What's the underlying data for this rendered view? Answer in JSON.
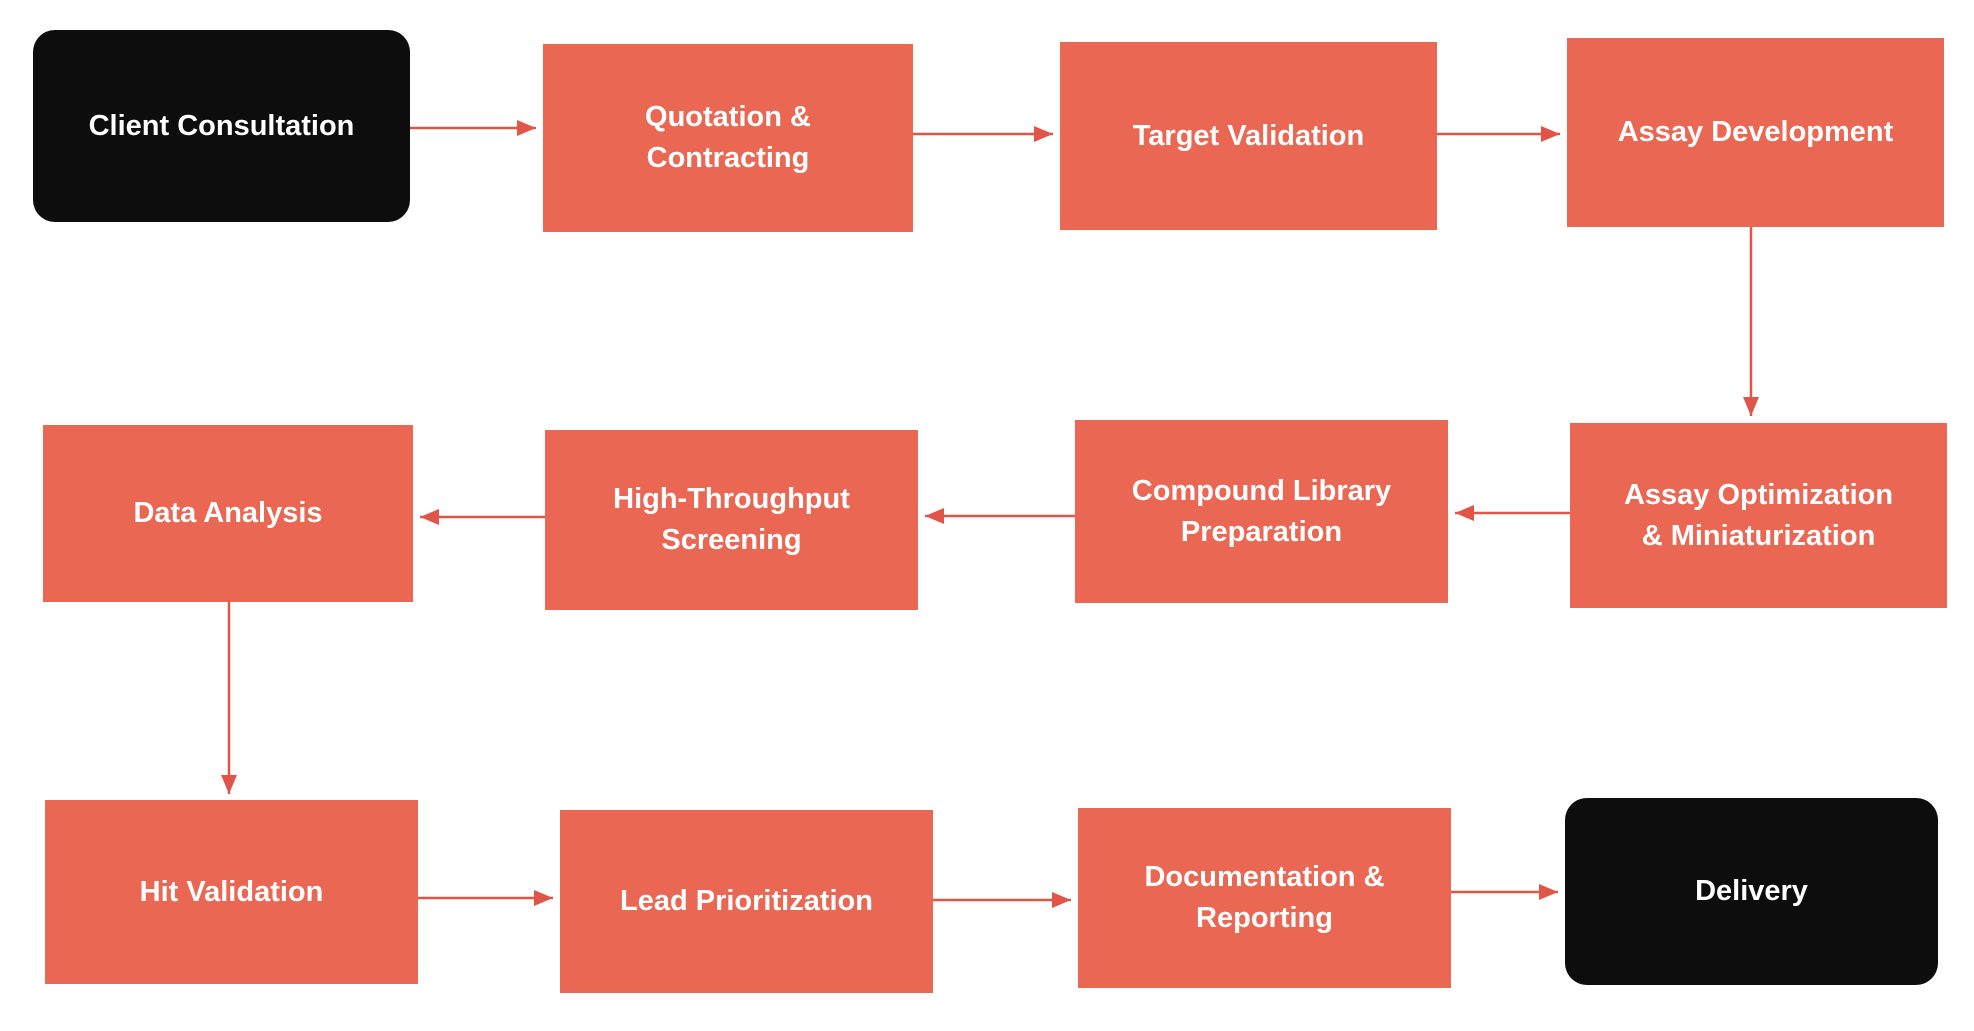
{
  "diagram": {
    "type": "flowchart",
    "background": "#FFFFFF",
    "colors": {
      "process_fill": "#EA6753",
      "terminal_fill": "#0D0D0D",
      "arrow": "#E15549",
      "text": "#FFFFFF"
    },
    "nodes": [
      {
        "id": "client-consultation",
        "label": "Client Consultation",
        "shape": "terminal"
      },
      {
        "id": "quotation-contracting",
        "label": "Quotation & Contracting",
        "shape": "process"
      },
      {
        "id": "target-validation",
        "label": "Target Validation",
        "shape": "process"
      },
      {
        "id": "assay-development",
        "label": "Assay Development",
        "shape": "process"
      },
      {
        "id": "assay-optimization-miniaturization",
        "label": "Assay Optimization & Miniaturization",
        "shape": "process"
      },
      {
        "id": "compound-library-preparation",
        "label": "Compound Library Preparation",
        "shape": "process"
      },
      {
        "id": "high-throughput-screening",
        "label": "High-Throughput Screening",
        "shape": "process"
      },
      {
        "id": "data-analysis",
        "label": "Data Analysis",
        "shape": "process"
      },
      {
        "id": "hit-validation",
        "label": "Hit Validation",
        "shape": "process"
      },
      {
        "id": "lead-prioritization",
        "label": "Lead Prioritization",
        "shape": "process"
      },
      {
        "id": "documentation-reporting",
        "label": "Documentation & Reporting",
        "shape": "process"
      },
      {
        "id": "delivery",
        "label": "Delivery",
        "shape": "terminal"
      }
    ],
    "edges": [
      {
        "from": "client-consultation",
        "to": "quotation-contracting",
        "direction": "right"
      },
      {
        "from": "quotation-contracting",
        "to": "target-validation",
        "direction": "right"
      },
      {
        "from": "target-validation",
        "to": "assay-development",
        "direction": "right"
      },
      {
        "from": "assay-development",
        "to": "assay-optimization-miniaturization",
        "direction": "down"
      },
      {
        "from": "assay-optimization-miniaturization",
        "to": "compound-library-preparation",
        "direction": "left"
      },
      {
        "from": "compound-library-preparation",
        "to": "high-throughput-screening",
        "direction": "left"
      },
      {
        "from": "high-throughput-screening",
        "to": "data-analysis",
        "direction": "left"
      },
      {
        "from": "data-analysis",
        "to": "hit-validation",
        "direction": "down"
      },
      {
        "from": "hit-validation",
        "to": "lead-prioritization",
        "direction": "right"
      },
      {
        "from": "lead-prioritization",
        "to": "documentation-reporting",
        "direction": "right"
      },
      {
        "from": "documentation-reporting",
        "to": "delivery",
        "direction": "right"
      }
    ]
  }
}
